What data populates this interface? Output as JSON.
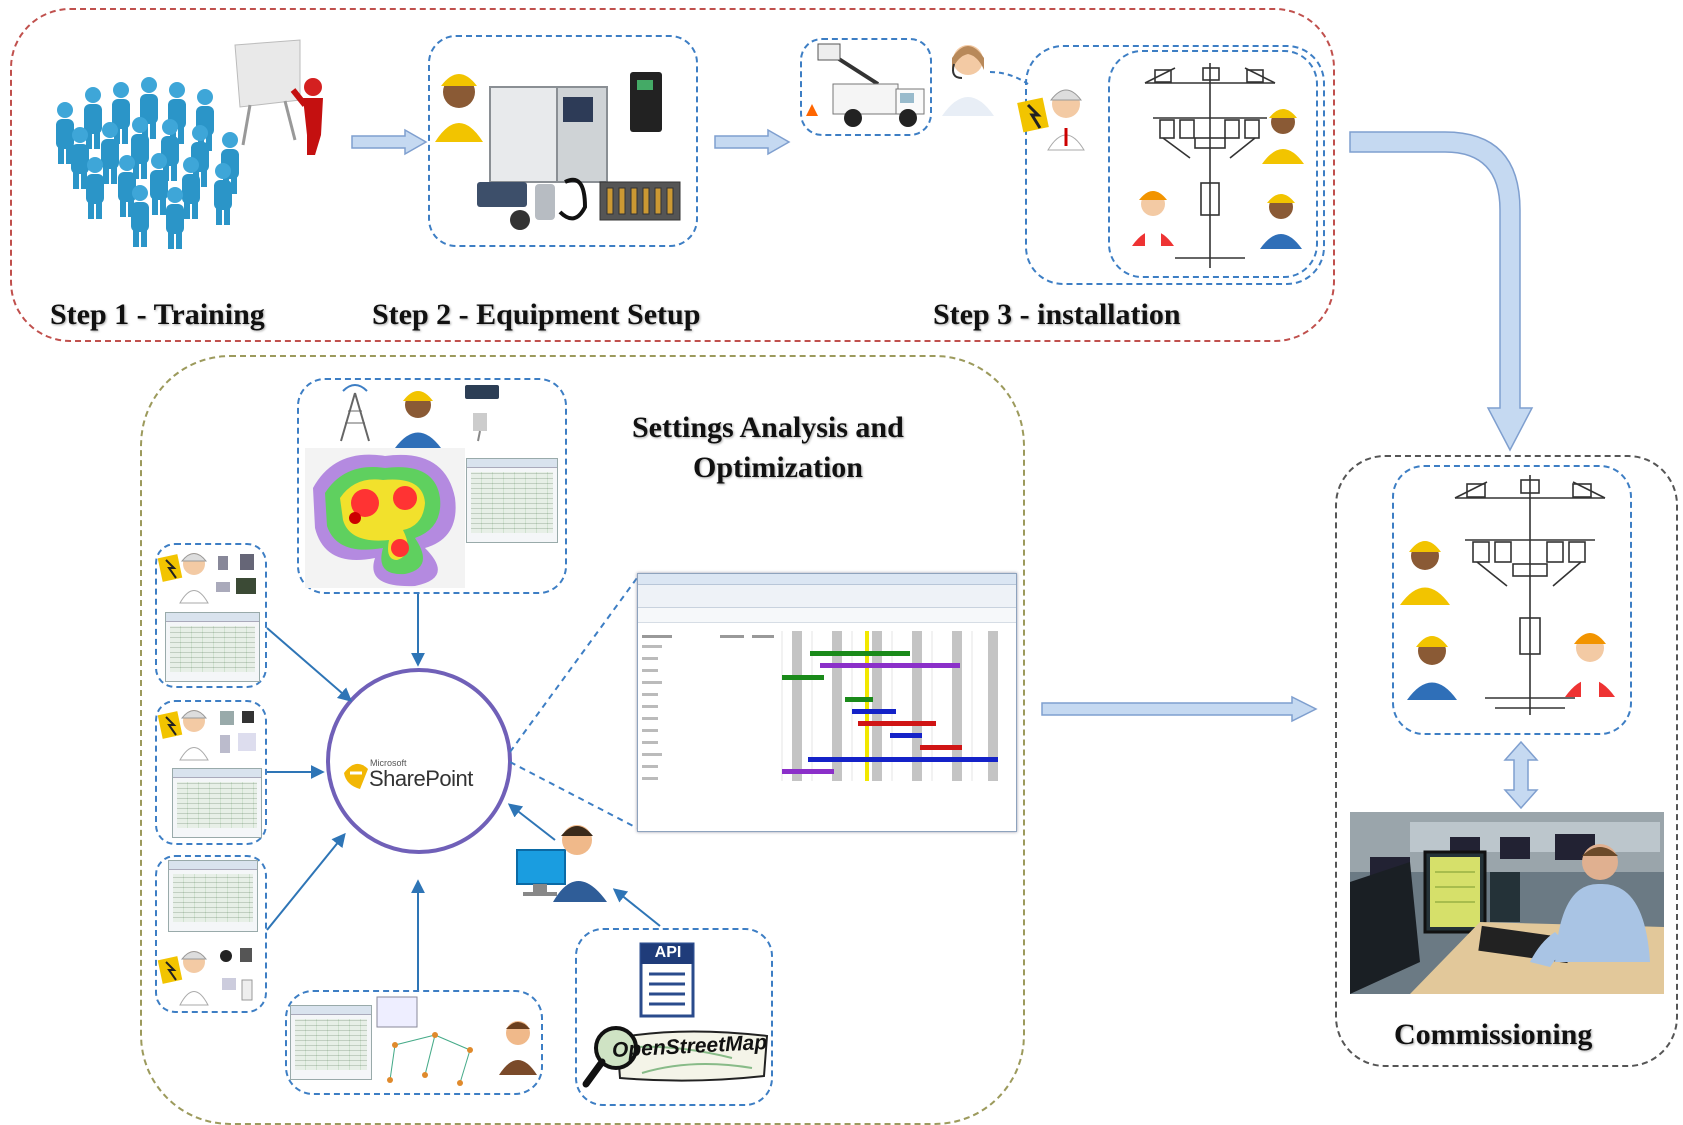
{
  "steps": {
    "step1": "Step 1 - Training",
    "step2": "Step 2 - Equipment  Setup",
    "step3": "Step 3 - installation"
  },
  "analysis": {
    "title_line1": "Settings Analysis  and",
    "title_line2": "Optimization",
    "hub_brand": "Microsoft",
    "hub_name": "SharePoint",
    "api_label": "API",
    "osm_label": "OpenStreetMap"
  },
  "commissioning": {
    "label": "Commissioning"
  },
  "colors": {
    "step_frame": "#c0504d",
    "analysis_frame": "#9c9a5c",
    "box_dash": "#3d7ec4",
    "flow_arrow": "#c5d9f1",
    "hub_ring": "#7060b8",
    "connector": "#2e75b6"
  }
}
